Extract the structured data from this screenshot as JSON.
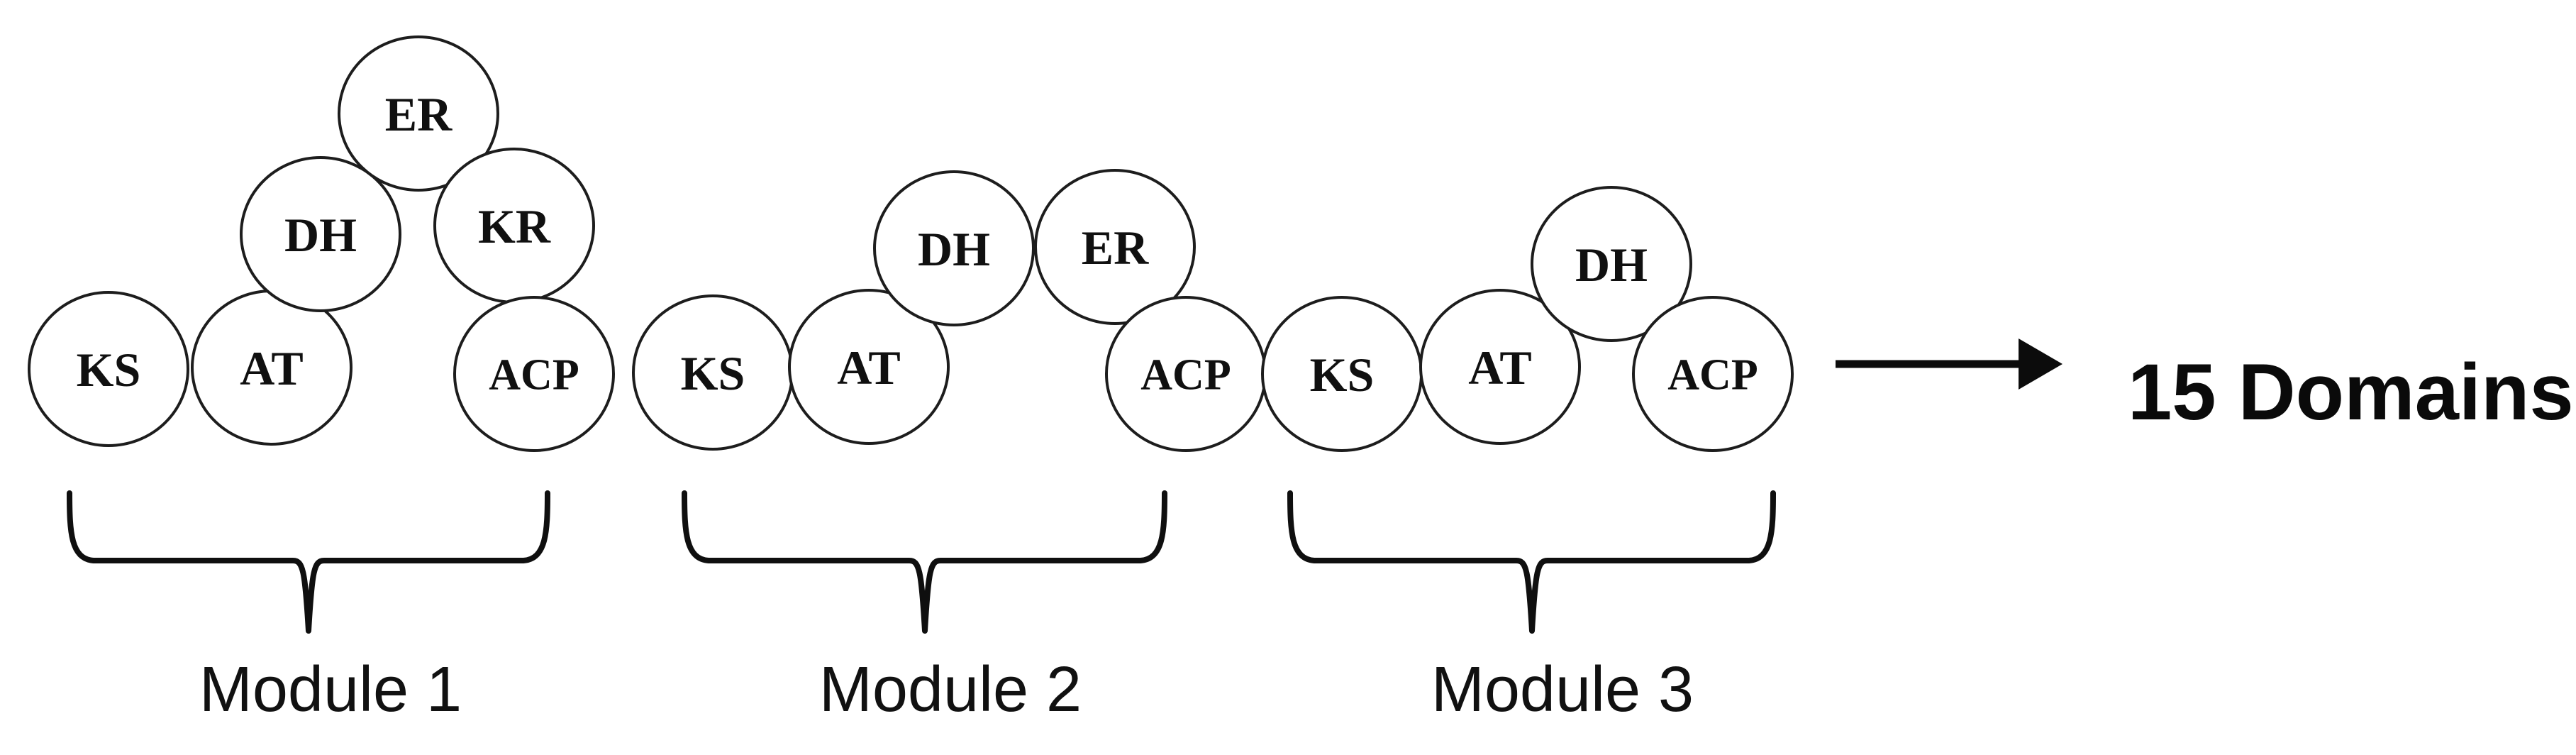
{
  "figure": {
    "modules": [
      {
        "name": "Module 1",
        "domains": [
          {
            "label": "KS"
          },
          {
            "label": "AT"
          },
          {
            "label": "DH"
          },
          {
            "label": "ER"
          },
          {
            "label": "KR"
          },
          {
            "label": "ACP"
          }
        ]
      },
      {
        "name": "Module 2",
        "domains": [
          {
            "label": "KS"
          },
          {
            "label": "AT"
          },
          {
            "label": "DH"
          },
          {
            "label": "ER"
          },
          {
            "label": "ACP"
          }
        ]
      },
      {
        "name": "Module 3",
        "domains": [
          {
            "label": "KS"
          },
          {
            "label": "AT"
          },
          {
            "label": "DH"
          },
          {
            "label": "ACP"
          }
        ]
      }
    ],
    "result_label": "15 Domains",
    "colors": {
      "ink": "#0f0f0f",
      "background": "#ffffff"
    }
  }
}
